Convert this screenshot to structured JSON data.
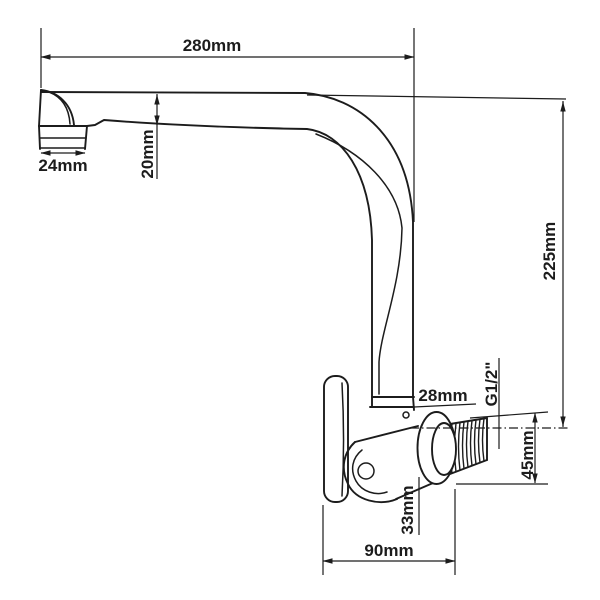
{
  "drawing": {
    "labels": {
      "reach": "280mm",
      "spout_tip": "24mm",
      "spout_pipe": "20mm",
      "height": "225mm",
      "pipe_width": "28mm",
      "thread": "G1/2\"",
      "inlet": "45mm",
      "body": "33mm",
      "base": "90mm"
    },
    "colors": {
      "line": "#1c1c1c",
      "background": "#ffffff"
    }
  }
}
